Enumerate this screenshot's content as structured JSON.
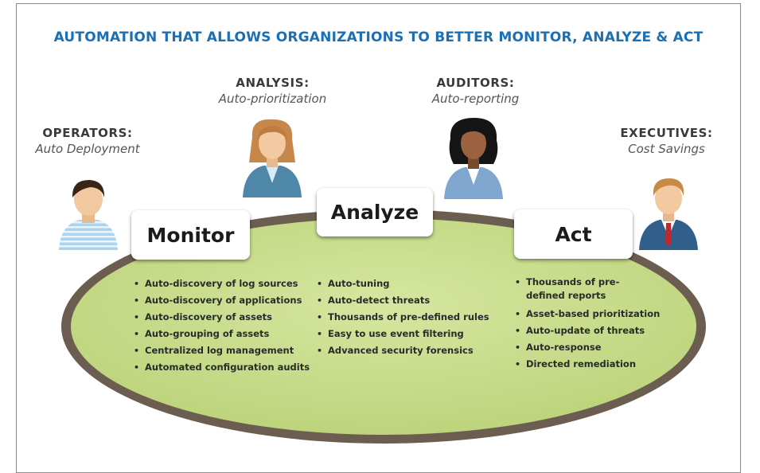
{
  "title": "AUTOMATION THAT ALLOWS ORGANIZATIONS TO BETTER MONITOR, ANALYZE & ACT",
  "roles": {
    "operators": {
      "title": "OPERATORS:",
      "subtitle": "Auto Deployment"
    },
    "analysis": {
      "title": "ANALYSIS:",
      "subtitle": "Auto-prioritization"
    },
    "auditors": {
      "title": "AUDITORS:",
      "subtitle": "Auto-reporting"
    },
    "executives": {
      "title": "EXECUTIVES:",
      "subtitle": "Cost Savings"
    }
  },
  "boxes": {
    "monitor": "Monitor",
    "analyze": "Analyze",
    "act": "Act"
  },
  "lists": {
    "monitor": [
      "Auto-discovery of log sources",
      "Auto-discovery of applications",
      "Auto-discovery of assets",
      "Auto-grouping of assets",
      "Centralized log management",
      "Automated configuration audits"
    ],
    "analyze": [
      "Auto-tuning",
      "Auto-detect threats",
      "Thousands of pre-defined rules",
      "Easy to use event filtering",
      "Advanced security forensics"
    ],
    "act": [
      "Thousands of pre-defined reports",
      "Asset-based prioritization",
      "Auto-update of threats",
      "Auto-response",
      "Directed remediation"
    ]
  },
  "colors": {
    "title": "#1a6fb5",
    "table_fill": "#c9dc8e",
    "table_rim": "#6b5e51"
  }
}
